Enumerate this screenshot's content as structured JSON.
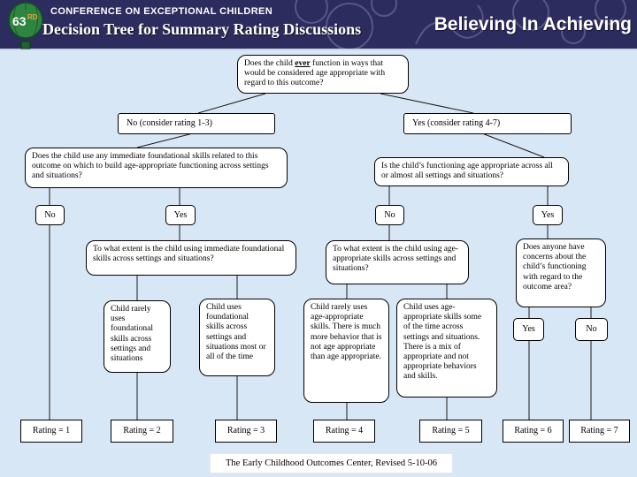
{
  "slide": {
    "conference_line": "CONFERENCE ON EXCEPTIONAL CHILDREN",
    "title": "Decision Tree for Summary Rating Discussions",
    "tagline": "Believing In Achieving",
    "logo": {
      "number": "63",
      "ordinal": "RD"
    },
    "colors": {
      "header_bg": "#2d2c5e",
      "body_bg": "#d8e7f5",
      "balloon_green": "#2e8540",
      "ordinal_orange": "#f0a43a",
      "box_bg": "#ffffff",
      "box_border": "#000000"
    }
  },
  "tree": {
    "root": {
      "pre": "Does the child ",
      "emph": "ever",
      "post": " function in ways that would be considered age appropriate with regard to this outcome?"
    },
    "branch_no": "No (consider rating 1-3)",
    "branch_yes": "Yes (consider rating 4-7)",
    "q_foundational": "Does the child use any immediate foundational skills related to this outcome on which to build age-appropriate functioning across settings and situations?",
    "q_age_appropriate": "Is the child’s functioning age appropriate across all or almost all settings and situations?",
    "no_1": "No",
    "yes_1": "Yes",
    "no_2": "No",
    "yes_2": "Yes",
    "q_extent_foundational": "To what extent is the child using immediate foundational skills across settings and situations?",
    "q_extent_age": "To what extent is the child using age-appropriate skills across settings and situations?",
    "q_concerns": "Does anyone have concerns about the child’s functioning with regard to the outcome area?",
    "desc_rating_2": "Child rarely uses foundational skills across settings and situations",
    "desc_rating_3": "Child uses foundational skills across settings and situations most or all of the time",
    "desc_rating_4": "Child rarely uses age-appropriate skills. There is much more behavior that is not age appropriate than age appropriate.",
    "desc_rating_5": "Child uses age-appropriate skills some of the time across settings and situations. There is a mix of appropriate and not appropriate behaviors and skills.",
    "yes_3": "Yes",
    "no_3": "No",
    "ratings": [
      "Rating = 1",
      "Rating = 2",
      "Rating = 3",
      "Rating = 4",
      "Rating = 5",
      "Rating = 6",
      "Rating = 7"
    ]
  },
  "footer": {
    "credit": "The Early Childhood Outcomes Center, Revised 5-10-06"
  }
}
